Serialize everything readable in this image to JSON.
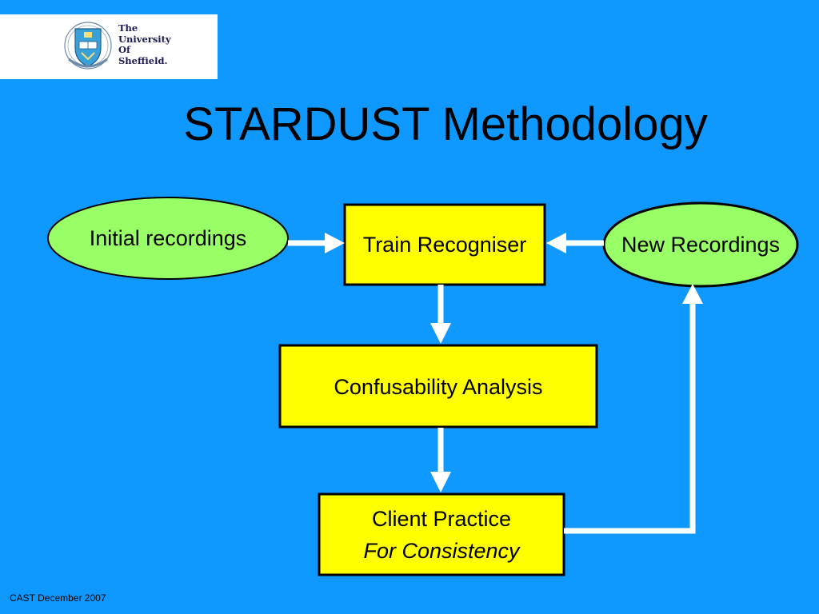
{
  "logo": {
    "line1": "The",
    "line2": "University",
    "line3": "Of",
    "line4": "Sheffield."
  },
  "title": "STARDUST Methodology",
  "nodes": {
    "initial_recordings": "Initial recordings",
    "train_recogniser": "Train Recogniser",
    "new_recordings": "New Recordings",
    "confusability_analysis": "Confusability Analysis",
    "client_practice_line1": "Client Practice",
    "client_practice_line2": "For Consistency"
  },
  "footer": "CAST December 2007",
  "colors": {
    "background": "#0f99ff",
    "box_fill": "#ffff00",
    "ellipse_fill": "#99ff66",
    "arrow": "#ffffff"
  }
}
